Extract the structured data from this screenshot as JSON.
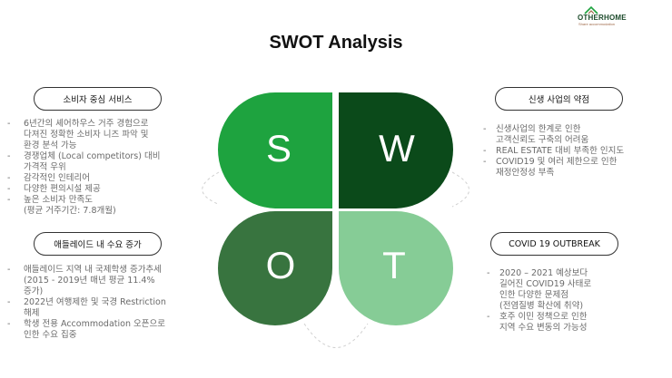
{
  "logo": {
    "main": "OTHERHOME",
    "sub": "Share accommodation"
  },
  "title": "SWOT Analysis",
  "colors": {
    "strength": "#1ea33f",
    "weakness": "#0b4a1a",
    "opportunity": "#38743f",
    "threat": "#86cc96"
  },
  "quadrants": {
    "s": "S",
    "w": "W",
    "o": "O",
    "t": "T"
  },
  "strength": {
    "label": "소비자 중심 서비스",
    "items": [
      "6년간의 셰어하우스 거주 경험으로",
      "다져진 정확한 소비자 니즈 파악 및",
      "환경 분석 가능",
      "경쟁업체 (Local competitors) 대비",
      "가격적 우위",
      "감각적인 인테리어",
      "다양한 편의시설 제공",
      "높은 소비자 만족도",
      "(평균 거주기간: 7.8개월)"
    ]
  },
  "weakness": {
    "label": "신생 사업의 약점",
    "items": [
      "신생사업의 한계로 인한",
      "고객신뢰도 구축의 어려움",
      "REAL ESTATE 대비 부족한 인지도",
      "COVID19 및 여러 제한으로 인한",
      "재정안정성 부족"
    ]
  },
  "opportunity": {
    "label": "애들레이드 내 수요 증가",
    "items": [
      "애들레이드 지역 내 국제학생 증가추세",
      "(2015 - 2019년 매년 평균 11.4%",
      "증가)",
      "2022년 여행제한 및 국경 Restriction",
      "해제",
      "학생 전용 Accommodation 오픈으로",
      "인한 수요 집중"
    ]
  },
  "threat": {
    "label": "COVID 19 OUTBREAK",
    "items": [
      "2020 – 2021 예상보다",
      "길어진 COVID19 사태로",
      "인한 다양한 문제점",
      "(전염질병 확산에 취약)",
      "호주 이민 정책으로 인한",
      "지역 수요 변동의 가능성"
    ]
  }
}
